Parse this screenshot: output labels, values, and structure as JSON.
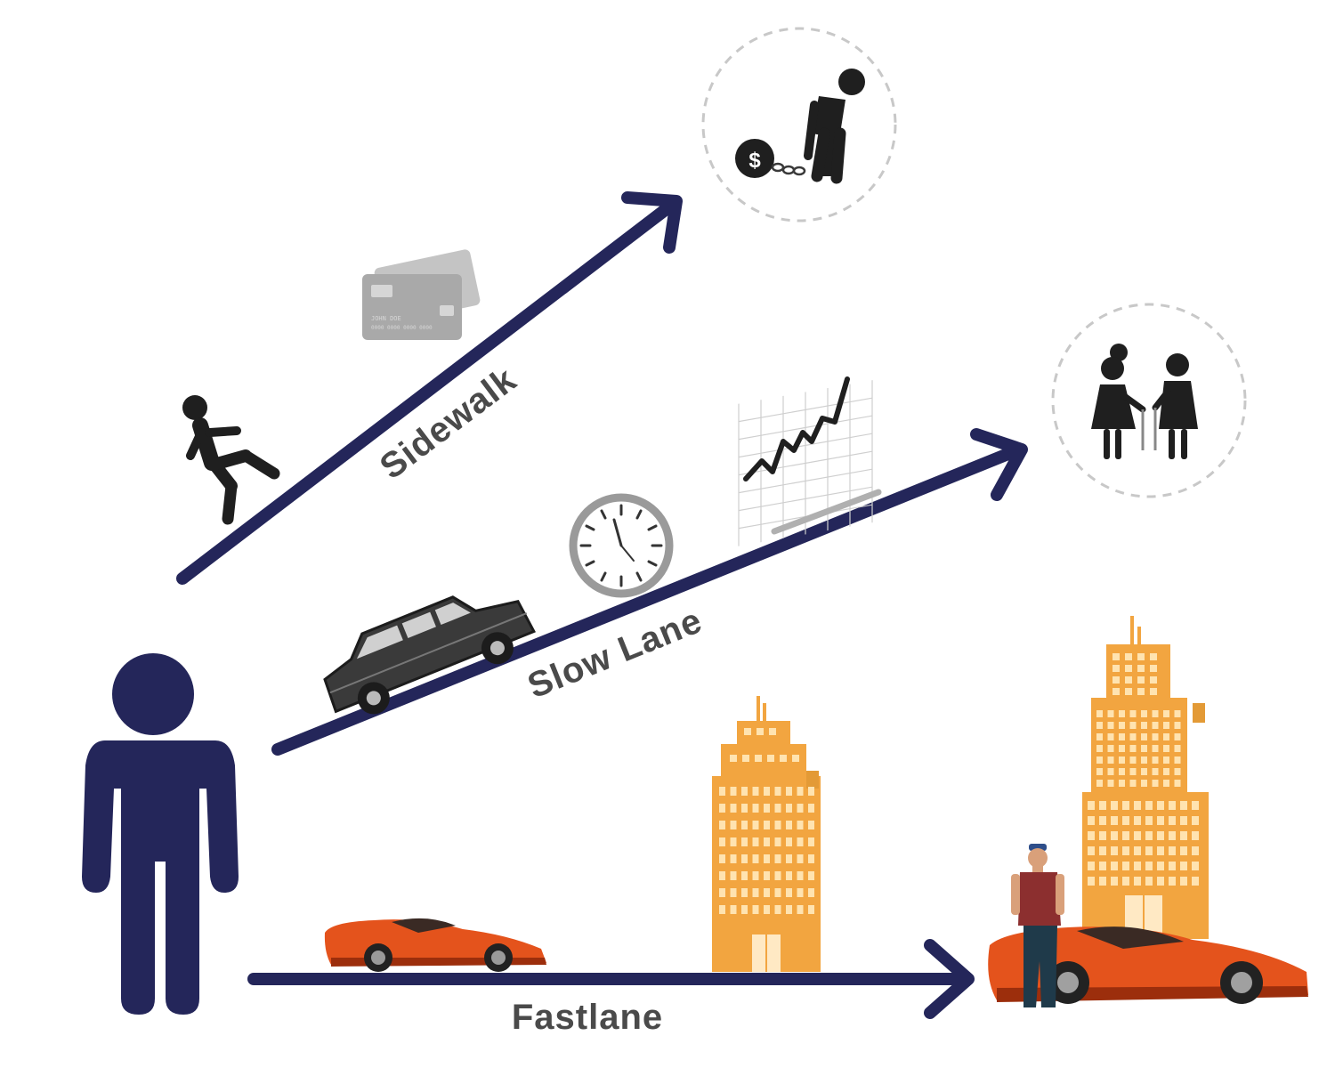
{
  "labels": {
    "sidewalk": "Sidewalk",
    "slow_lane": "Slow Lane",
    "fastlane": "Fastlane"
  },
  "card": {
    "line1": "JOHN DOE",
    "line2": "0000 0000 0000 0000"
  },
  "debt_ball_symbol": "$",
  "colors": {
    "arrow": "#24265a",
    "person": "#24265a",
    "icon_dark": "#2b2b2b",
    "building": "#f2a540",
    "car": "#e4531c",
    "gray": "#8c8c8c",
    "dashed_circle": "#c8c8c8"
  }
}
